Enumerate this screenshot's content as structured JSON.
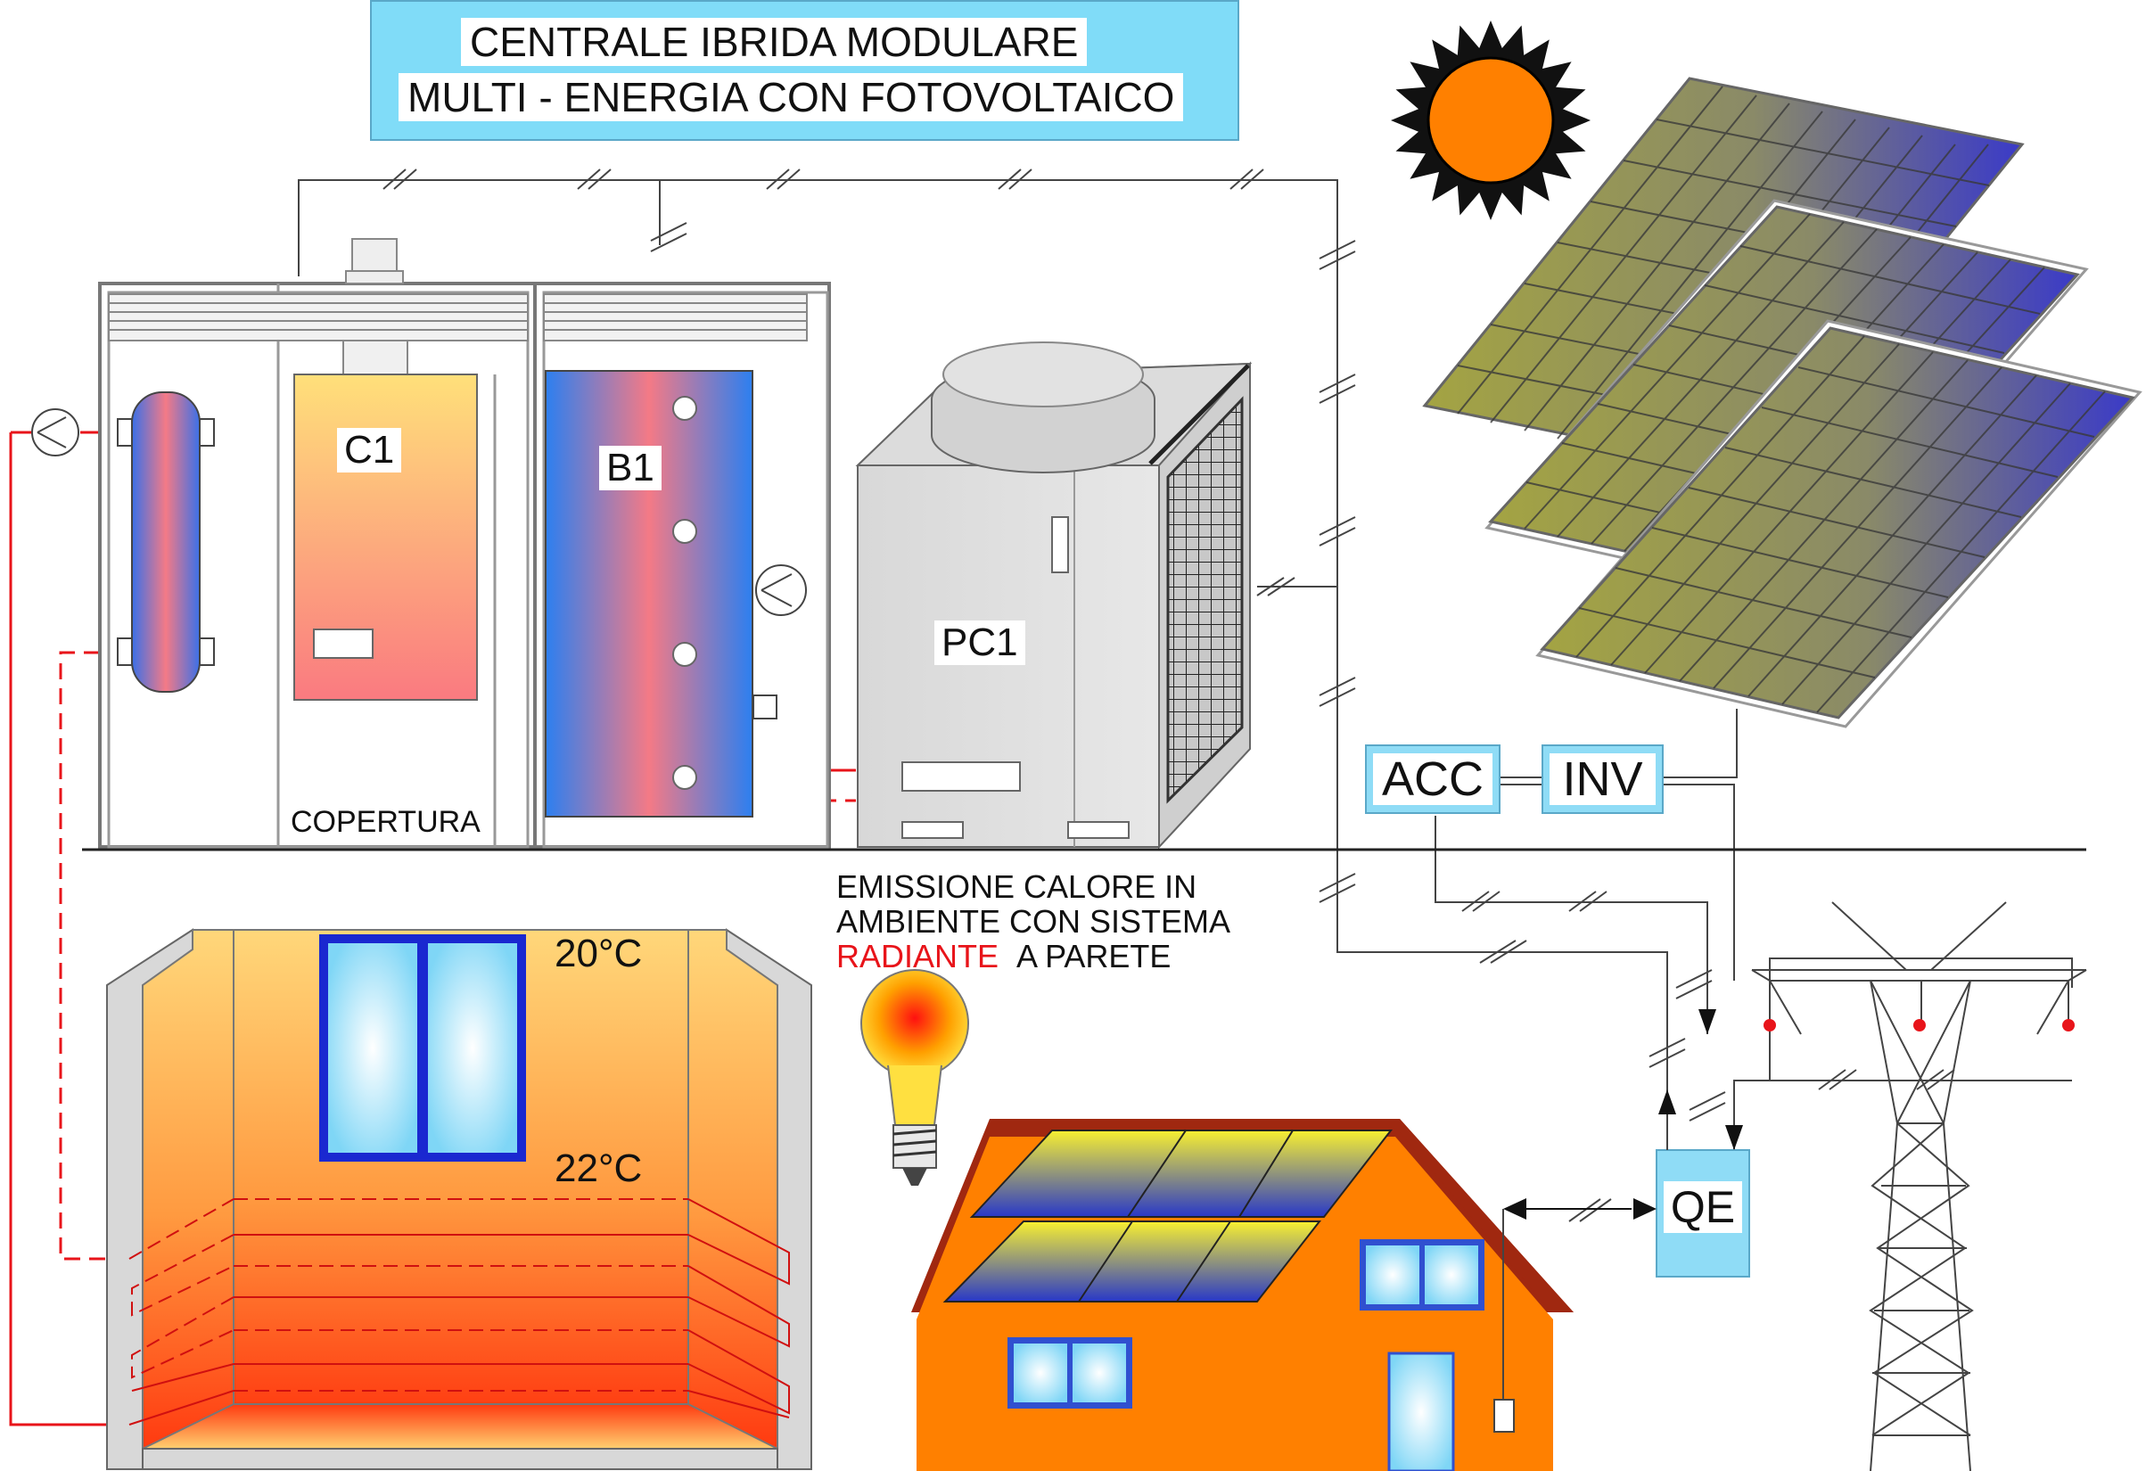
{
  "title": {
    "line1": "CENTRALE IBRIDA MODULARE",
    "line2": "MULTI - ENERGIA CON FOTOVOLTAICO"
  },
  "components": {
    "boiler": "C1",
    "storage_tank": "B1",
    "heat_pump": "PC1",
    "accumulator": "ACC",
    "inverter": "INV",
    "electrical_panel": "QE",
    "cover": "COPERTURA"
  },
  "temperatures": {
    "upper": "20°C",
    "lower": "22°C"
  },
  "emission_note": {
    "line1": "EMISSIONE CALORE IN",
    "line2": "AMBIENTE CON SISTEMA",
    "highlight": "RADIANTE",
    "line3_rest": "A PARETE"
  },
  "colors": {
    "title_bg": "#80dcf8",
    "hydraulic_red": "#e8141a",
    "house_orange": "#ff8000",
    "roof_brown": "#a02810",
    "sun_orange": "#ff8000",
    "box_cyan": "#8fdcf6"
  }
}
